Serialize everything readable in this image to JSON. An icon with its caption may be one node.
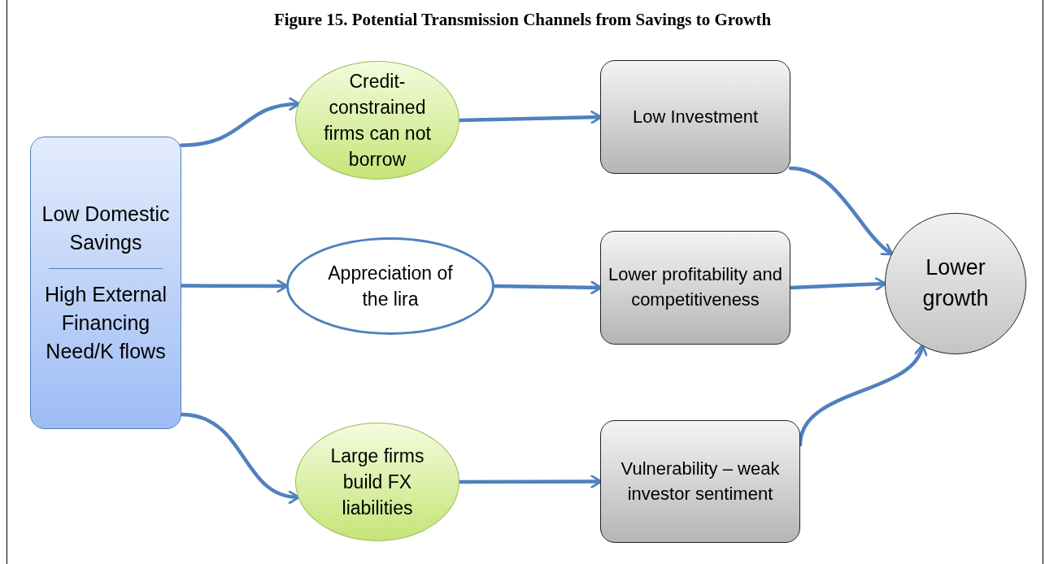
{
  "diagram": {
    "title": "Figure 15. Potential Transmission Channels from Savings to Growth",
    "nodes": [
      {
        "text": [
          "Low Domestic Savings",
          "High External Financing Need/K flows"
        ]
      },
      {
        "text": [
          "Credit-constrained firms can not borrow"
        ]
      },
      {
        "text": [
          "Appreciation of the lira"
        ]
      },
      {
        "text": [
          "Large firms build FX liabilities"
        ]
      },
      {
        "text": [
          "Low Investment"
        ]
      },
      {
        "text": [
          "Lower profitability and competitiveness"
        ]
      },
      {
        "text": [
          "Vulnerability – weak investor sentiment"
        ]
      },
      {
        "text": [
          "Lower growth"
        ]
      }
    ],
    "edges": [
      {
        "from": 0,
        "to": 1,
        "arrow": "to"
      },
      {
        "from": 0,
        "to": 2,
        "arrow": "to"
      },
      {
        "from": 0,
        "to": 3,
        "arrow": "to"
      },
      {
        "from": 1,
        "to": 4,
        "arrow": "to"
      },
      {
        "from": 2,
        "to": 5,
        "arrow": "to"
      },
      {
        "from": 3,
        "to": 6,
        "arrow": "to"
      },
      {
        "from": 4,
        "to": 7,
        "arrow": "to"
      },
      {
        "from": 5,
        "to": 7,
        "arrow": "to"
      },
      {
        "from": 6,
        "to": 7,
        "arrow": "to"
      }
    ]
  }
}
